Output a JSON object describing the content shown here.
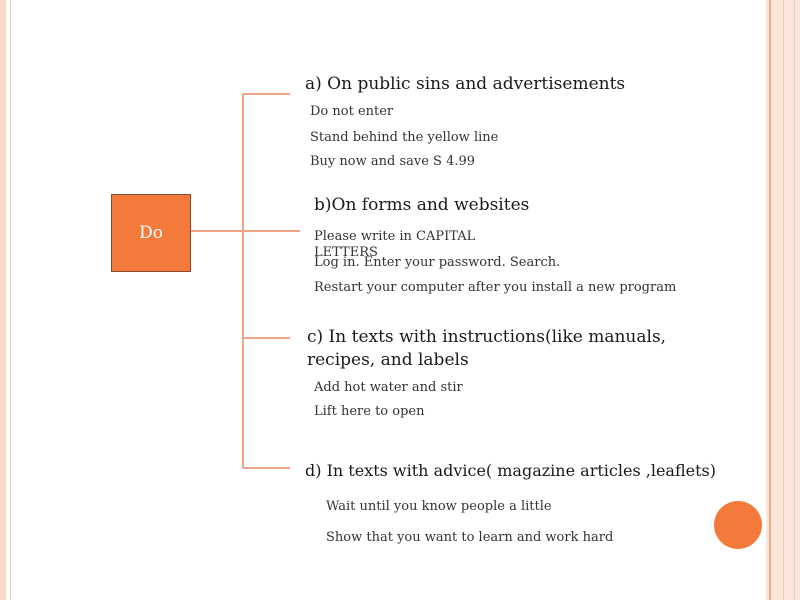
{
  "root": {
    "label": "Do"
  },
  "sections": [
    {
      "heading": "a) On public sins and advertisements",
      "items": [
        "Do not enter",
        "Stand behind the yellow line",
        "Buy now and save S  4.99"
      ]
    },
    {
      "heading": "b)On forms and websites",
      "items": [
        "Please write in CAPITAL LETTERS",
        "Log in. Enter your password. Search.",
        "Restart your computer after you install a new program"
      ]
    },
    {
      "heading": "c) In texts with instructions(like manuals, recipes, and labels",
      "items": [
        "Add hot water and stir",
        "Lift here to open"
      ]
    },
    {
      "heading": "d) In texts with advice( magazine articles ,leaflets)",
      "items": [
        "Wait until you know people a little",
        "Show that you want to learn and work hard"
      ]
    }
  ],
  "colors": {
    "accent": "#f47a3c",
    "connector": "#f0a486"
  }
}
